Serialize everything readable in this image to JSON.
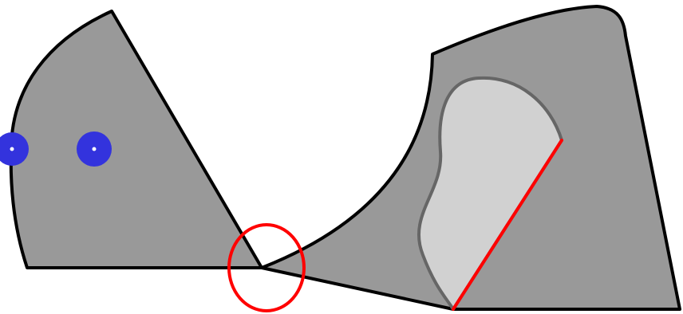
{
  "colors": {
    "background": "#ffffff",
    "shape_fill": "#999999",
    "shape_stroke": "#000000",
    "inner_fill": "#d1d1d1",
    "inner_stroke": "#666666",
    "cut_line": "#ff0000",
    "highlight_circle": "#ff0000",
    "marker_fill": "#3333dd",
    "marker_center": "#ffffff"
  },
  "elements": {
    "left_shape": "sector-shape",
    "right_shape": "curved-block-shape",
    "inner_region": "bean-cutout",
    "cut_line": "red-cut-line",
    "highlight": "red-highlight-circle",
    "markers": [
      "blue-marker-edge",
      "blue-marker"
    ]
  }
}
